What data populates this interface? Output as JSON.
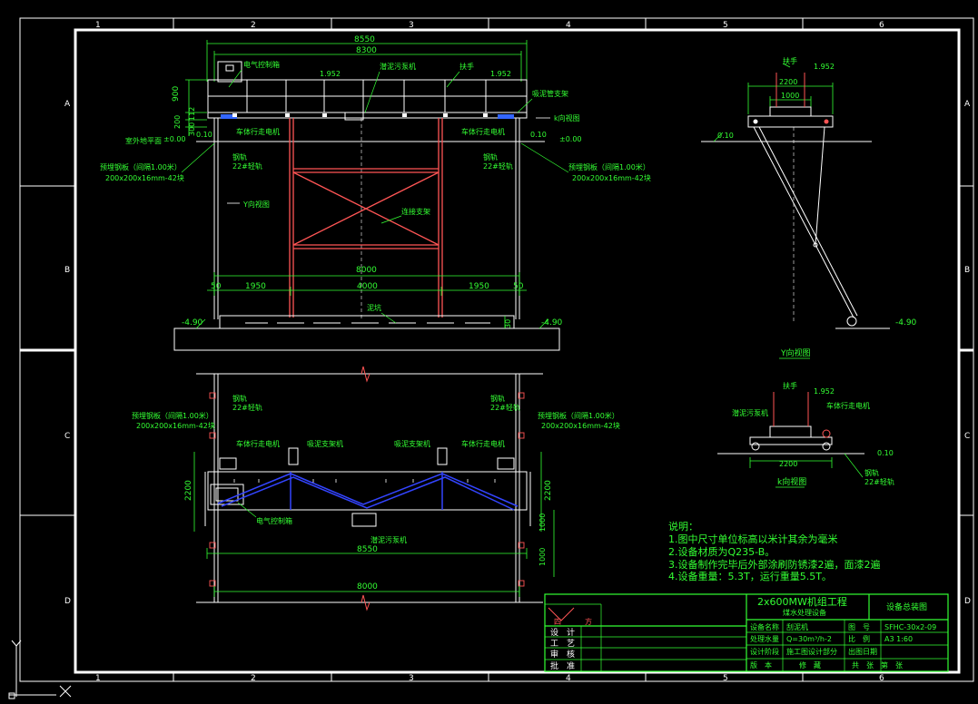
{
  "grid": {
    "cols": [
      "1",
      "2",
      "3",
      "4",
      "5",
      "6"
    ],
    "rows": [
      "A",
      "B",
      "C",
      "D"
    ]
  },
  "elevation": {
    "dims": {
      "total": "8550",
      "inner": "8300",
      "span": "8000",
      "bay_left": "1950",
      "bay_mid": "4000",
      "bay_right": "1950",
      "edge_left": "50",
      "edge_right": "50",
      "h900": "900",
      "h200": "200",
      "h300": "300",
      "h112": "112",
      "slope_left": "1.952",
      "slope_right": "1.952"
    },
    "labels": {
      "electric_box": "电气控制箱",
      "mud_pump": "潜泥污泵机",
      "handrail": "扶手",
      "suction_support": "吸泥管支架",
      "k_view_arrow": "k向视图",
      "walk_motor_left": "车体行走电机",
      "walk_motor_right": "车体行走电机",
      "ground_left": "室外地平面",
      "elev_ground_left": "±0.00",
      "elev_ground_right": "±0.00",
      "elev_rail_left": "0.10",
      "elev_rail_right": "0.10",
      "embed_left": "预埋钢板（间隔1.00米）",
      "embed_size_left": "200x200x16mm-42块",
      "embed_right": "预埋钢板（间隔1.00米）",
      "embed_size_right": "200x200x16mm-42块",
      "rail_left": "钢轨",
      "rail_sub_left": "22#轻轨",
      "rail_right": "钢轨",
      "rail_sub_right": "22#轻轨",
      "y_view": "Y向视图",
      "bracing": "连接支架",
      "sump": "泥坑",
      "elev_bottom_left": "-4.90",
      "elev_bottom_right": "-4.90",
      "h30": "30"
    }
  },
  "y_view": {
    "handrail": "扶手",
    "slope": "1.952",
    "dim_2200": "2200",
    "dim_1000": "1000",
    "elev_top": "0.10",
    "elev_bottom": "-4.90",
    "title": "Y向视图"
  },
  "plan": {
    "rail_tl": "钢轨",
    "rail_tl_sub": "22#轻轨",
    "rail_tr": "钢轨",
    "rail_tr_sub": "22#轻轨",
    "embed_left": "预埋钢板（间隔1.00米）",
    "embed_size_left": "200x200x16mm-42块",
    "embed_right": "预埋钢板（间隔1.00米）",
    "embed_size_right": "200x200x16mm-42块",
    "walk_motor_l": "车体行走电机",
    "suction_support_l": "吸泥支架机",
    "suction_support_r": "吸泥支架机",
    "walk_motor_r": "车体行走电机",
    "electric_box": "电气控制箱",
    "mud_pump": "潜泥污泵机",
    "dim_2200_left": "2200",
    "dim_2200_right": "2200",
    "dim_8550": "8550",
    "dim_8000": "8000",
    "dim_1000a": "1000",
    "dim_1000b": "1000"
  },
  "k_view": {
    "handrail": "扶手",
    "slope": "1.952",
    "mud_pump": "潜泥污泵机",
    "walk_motor": "车体行走电机",
    "elev": "0.10",
    "dim_2200": "2200",
    "rail": "钢轨",
    "rail_sub": "22#轻轨",
    "title": "k向视图"
  },
  "notes": {
    "heading": "说明：",
    "items": [
      "1.图中尺寸单位标高以米计其余为毫米",
      "2.设备材质为Q235-B。",
      "3.设备制作完毕后外部涂刷防锈漆2遍，面漆2遍",
      "4.设备重量：5.3T，运行重量5.5T。"
    ]
  },
  "title_block": {
    "project": "2x600MW机组工程",
    "system": "煤水处理设备",
    "drawing_type": "设备总装图",
    "logo_left": "四",
    "logo_right": "方",
    "roles": [
      "设　计",
      "工　艺",
      "审　核",
      "批　准"
    ],
    "f_name_label": "设备名称",
    "f_name": "刮泥机",
    "f_cap_label": "处理水量",
    "f_cap": "Q=30m³/h-2",
    "f_stage_label": "设计阶段",
    "f_stage": "施工图设计部分",
    "f_ver_label": "版　本",
    "f_ver": "修　藏",
    "f_no_label": "图　号",
    "f_no": "SFHC-30x2-09",
    "f_scale_label": "比　例",
    "f_scale": "A3  1:60",
    "f_date_label": "出图日期",
    "f_date": "",
    "f_sheet": "共　张　第　张"
  },
  "colors": {
    "frame": "#ffffff",
    "dim": "#33ff33",
    "structure": "#ffffff",
    "truss": "#ff5555",
    "bracing": "#3344ff",
    "highlight": "#3366ff"
  }
}
